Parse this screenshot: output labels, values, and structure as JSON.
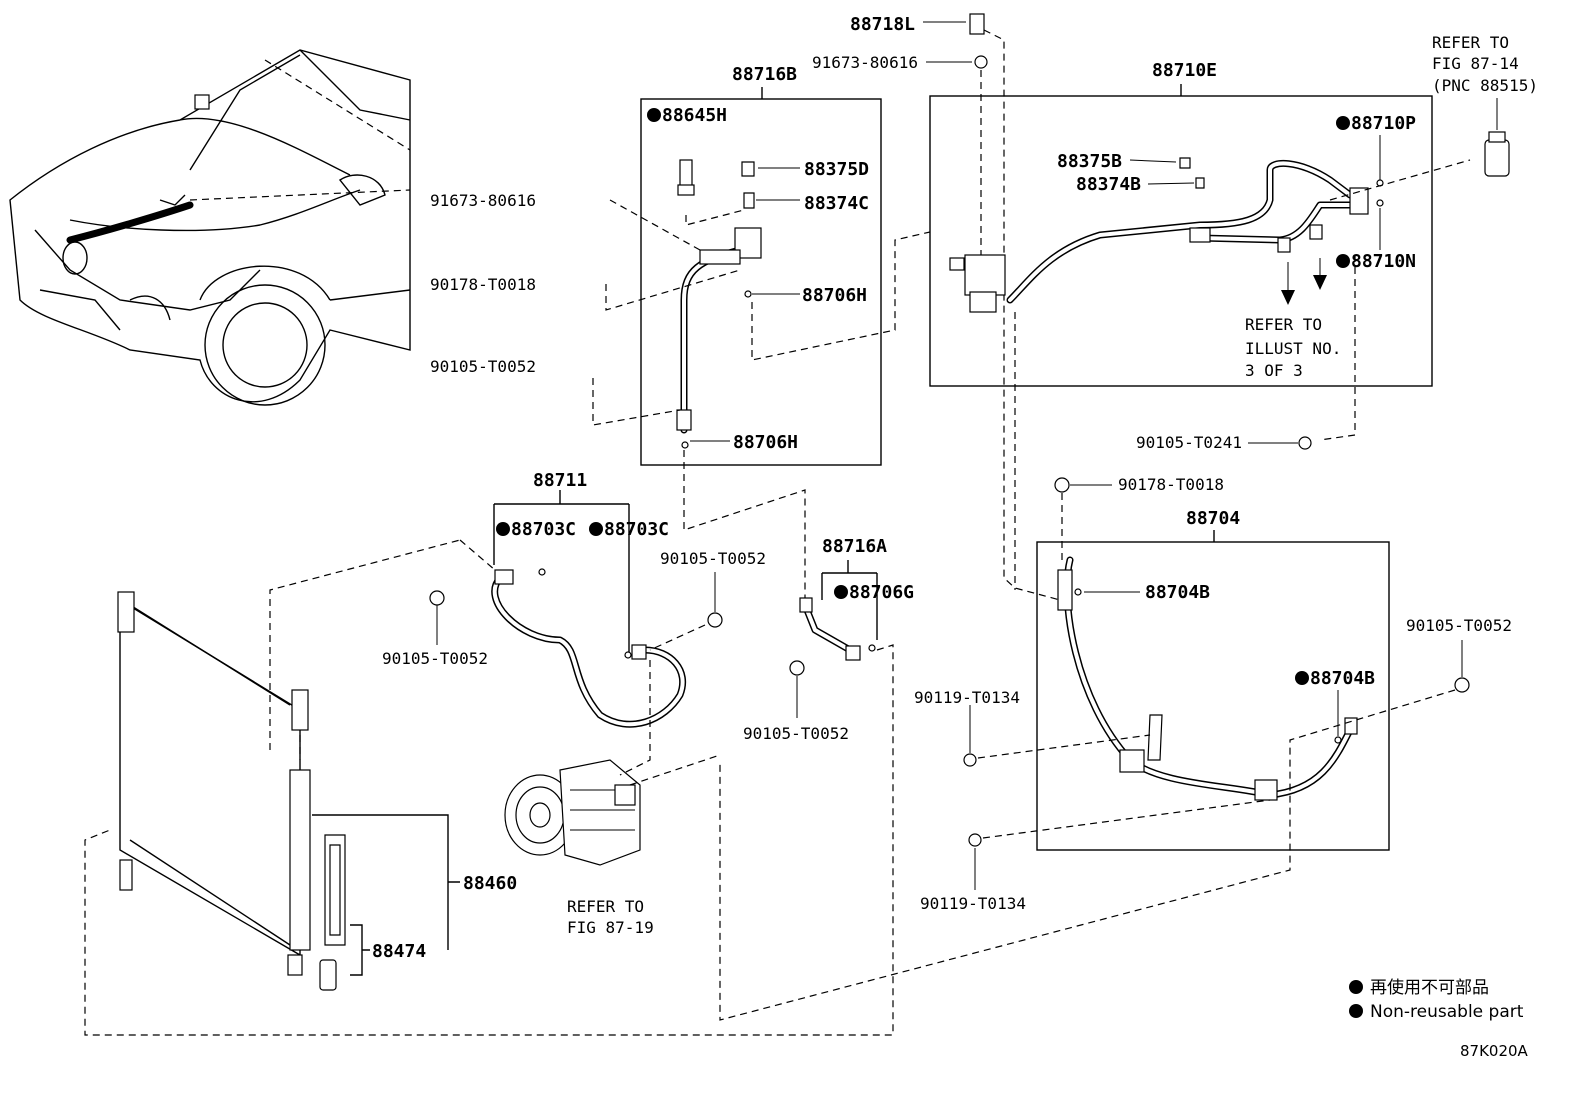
{
  "labels": {
    "p88718L": "88718L",
    "p91673_top": "91673-80616",
    "p88716B": "88716B",
    "p88645H": "88645H",
    "p88375D": "88375D",
    "p91673_left": "91673-80616",
    "p88374C": "88374C",
    "p90178_left": "90178-T0018",
    "p88706H_a": "88706H",
    "p90105_left": "90105-T0052",
    "p88706H_b": "88706H",
    "p88710E": "88710E",
    "p88375B": "88375B",
    "p88374B": "88374B",
    "p88710P": "88710P",
    "p88710N": "88710N",
    "p90105_T0241": "90105-T0241",
    "p90178_right": "90178-T0018",
    "p88704": "88704",
    "p88704B_a": "88704B",
    "p88704B_b": "88704B",
    "p90105_far_right": "90105-T0052",
    "p90119_a": "90119-T0134",
    "p90119_b": "90119-T0134",
    "p88711": "88711",
    "p88703C_a": "88703C",
    "p88703C_b": "88703C",
    "p90105_mid_a": "90105-T0052",
    "p90105_mid_b": "90105-T0052",
    "p88716A": "88716A",
    "p88706G": "88706G",
    "p90105_mid_c": "90105-T0052",
    "p88460": "88460",
    "p88474": "88474"
  },
  "notes": {
    "refer_fig_87_14_l1": "REFER TO",
    "refer_fig_87_14_l2": "FIG 87-14",
    "refer_fig_87_14_l3": "(PNC 88515)",
    "refer_illust_l1": "REFER TO",
    "refer_illust_l2": "ILLUST NO.",
    "refer_illust_l3": "3 OF 3",
    "refer_fig_87_19_l1": "REFER TO",
    "refer_fig_87_19_l2": "FIG 87-19"
  },
  "legend": {
    "japanese": "再使用不可部品",
    "english": "Non-reusable part"
  },
  "figure_code": "87K020A"
}
